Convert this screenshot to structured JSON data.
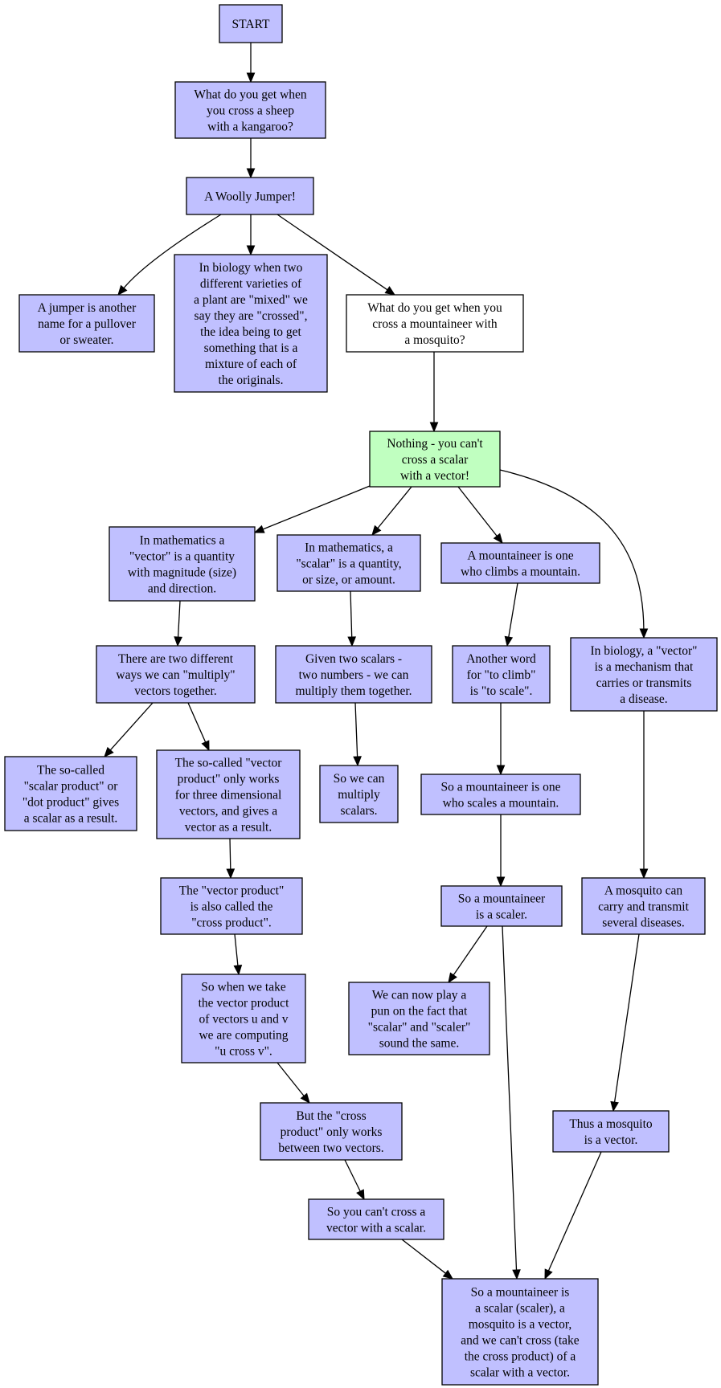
{
  "colors": {
    "default_fill": "#c0c0ff",
    "white_fill": "#ffffff",
    "green_fill": "#c0ffc0",
    "stroke": "#000000",
    "background": "#ffffff"
  },
  "nodes": [
    {
      "id": "start",
      "fill": "default",
      "lines": [
        "START"
      ]
    },
    {
      "id": "q1",
      "fill": "default",
      "lines": [
        "What do you get when",
        "you cross a sheep",
        "with a kangaroo?"
      ]
    },
    {
      "id": "a1",
      "fill": "default",
      "lines": [
        "A Woolly Jumper!"
      ]
    },
    {
      "id": "jumper",
      "fill": "default",
      "lines": [
        "A jumper is another",
        "name for a pullover",
        "or sweater."
      ]
    },
    {
      "id": "biology-cross",
      "fill": "default",
      "lines": [
        "In biology when two",
        "different varieties of",
        "a plant are \"mixed\" we",
        "say they are \"crossed\",",
        "the idea being to get",
        "something that is a",
        "mixture of each of",
        "the originals."
      ]
    },
    {
      "id": "q2",
      "fill": "white",
      "lines": [
        "What do you get when you",
        "cross a mountaineer with",
        "a mosquito?"
      ]
    },
    {
      "id": "a2",
      "fill": "green",
      "lines": [
        "Nothing - you can't",
        "cross a scalar",
        "with a vector!"
      ]
    },
    {
      "id": "math-vector",
      "fill": "default",
      "lines": [
        "In mathematics a",
        "\"vector\" is a quantity",
        "with magnitude (size)",
        "and direction."
      ]
    },
    {
      "id": "math-scalar",
      "fill": "default",
      "lines": [
        "In mathematics, a",
        "\"scalar\" is a quantity,",
        "or size, or amount."
      ]
    },
    {
      "id": "mountaineer-def",
      "fill": "default",
      "lines": [
        "A mountaineer is one",
        "who climbs a mountain."
      ]
    },
    {
      "id": "biology-vector",
      "fill": "default",
      "lines": [
        "In biology, a \"vector\"",
        "is a mechanism that",
        "carries or transmits",
        "a disease."
      ]
    },
    {
      "id": "two-ways",
      "fill": "default",
      "lines": [
        "There are two different",
        "ways we can \"multiply\"",
        "vectors together."
      ]
    },
    {
      "id": "two-scalars",
      "fill": "default",
      "lines": [
        "Given two scalars -",
        "two numbers - we can",
        "multiply them together."
      ]
    },
    {
      "id": "to-scale",
      "fill": "default",
      "lines": [
        "Another word",
        "for \"to climb\"",
        "is \"to scale\"."
      ]
    },
    {
      "id": "scalar-product",
      "fill": "default",
      "lines": [
        "The so-called",
        "\"scalar product\" or",
        "\"dot product\" gives",
        "a scalar as a result."
      ]
    },
    {
      "id": "vector-product",
      "fill": "default",
      "lines": [
        "The so-called \"vector",
        "product\" only works",
        "for three dimensional",
        "vectors, and gives a",
        "vector as a result."
      ]
    },
    {
      "id": "multiply-scalars",
      "fill": "default",
      "lines": [
        "So we can",
        "multiply",
        "scalars."
      ]
    },
    {
      "id": "scales-mountain",
      "fill": "default",
      "lines": [
        "So a mountaineer is one",
        "who scales a mountain."
      ]
    },
    {
      "id": "cross-product",
      "fill": "default",
      "lines": [
        "The \"vector product\"",
        "is also called the",
        "\"cross product\"."
      ]
    },
    {
      "id": "is-scaler",
      "fill": "default",
      "lines": [
        "So a mountaineer",
        "is a scaler."
      ]
    },
    {
      "id": "mosquito-diseases",
      "fill": "default",
      "lines": [
        "A mosquito can",
        "carry and transmit",
        "several diseases."
      ]
    },
    {
      "id": "u-cross-v",
      "fill": "default",
      "lines": [
        "So when we take",
        "the vector product",
        "of vectors u and v",
        "we are computing",
        "\"u cross v\"."
      ]
    },
    {
      "id": "pun",
      "fill": "default",
      "lines": [
        "We can now play a",
        "pun on the fact that",
        "\"scalar\" and \"scaler\"",
        "sound the same."
      ]
    },
    {
      "id": "two-vectors",
      "fill": "default",
      "lines": [
        "But the \"cross",
        "product\" only works",
        "between two vectors."
      ]
    },
    {
      "id": "mosquito-vector",
      "fill": "default",
      "lines": [
        "Thus a mosquito",
        "is a vector."
      ]
    },
    {
      "id": "cant-cross",
      "fill": "default",
      "lines": [
        "So you can't cross a",
        "vector with a scalar."
      ]
    },
    {
      "id": "conclusion",
      "fill": "default",
      "lines": [
        "So a mountaineer is",
        "a scalar (scaler), a",
        "mosquito is a vector,",
        "and we can't cross (take",
        "the cross product) of a",
        "scalar with a vector."
      ]
    }
  ],
  "edges": [
    {
      "from": "start",
      "to": "q1"
    },
    {
      "from": "q1",
      "to": "a1"
    },
    {
      "from": "a1",
      "to": "jumper"
    },
    {
      "from": "a1",
      "to": "biology-cross"
    },
    {
      "from": "a1",
      "to": "q2"
    },
    {
      "from": "q2",
      "to": "a2"
    },
    {
      "from": "a2",
      "to": "math-vector"
    },
    {
      "from": "a2",
      "to": "math-scalar"
    },
    {
      "from": "a2",
      "to": "mountaineer-def"
    },
    {
      "from": "a2",
      "to": "biology-vector"
    },
    {
      "from": "math-vector",
      "to": "two-ways"
    },
    {
      "from": "math-scalar",
      "to": "two-scalars"
    },
    {
      "from": "mountaineer-def",
      "to": "to-scale"
    },
    {
      "from": "two-ways",
      "to": "scalar-product"
    },
    {
      "from": "two-ways",
      "to": "vector-product"
    },
    {
      "from": "two-scalars",
      "to": "multiply-scalars"
    },
    {
      "from": "to-scale",
      "to": "scales-mountain"
    },
    {
      "from": "vector-product",
      "to": "cross-product"
    },
    {
      "from": "scales-mountain",
      "to": "is-scaler"
    },
    {
      "from": "biology-vector",
      "to": "mosquito-diseases"
    },
    {
      "from": "cross-product",
      "to": "u-cross-v"
    },
    {
      "from": "is-scaler",
      "to": "pun"
    },
    {
      "from": "is-scaler",
      "to": "conclusion"
    },
    {
      "from": "u-cross-v",
      "to": "two-vectors"
    },
    {
      "from": "mosquito-diseases",
      "to": "mosquito-vector"
    },
    {
      "from": "two-vectors",
      "to": "cant-cross"
    },
    {
      "from": "cant-cross",
      "to": "conclusion"
    },
    {
      "from": "mosquito-vector",
      "to": "conclusion"
    }
  ]
}
